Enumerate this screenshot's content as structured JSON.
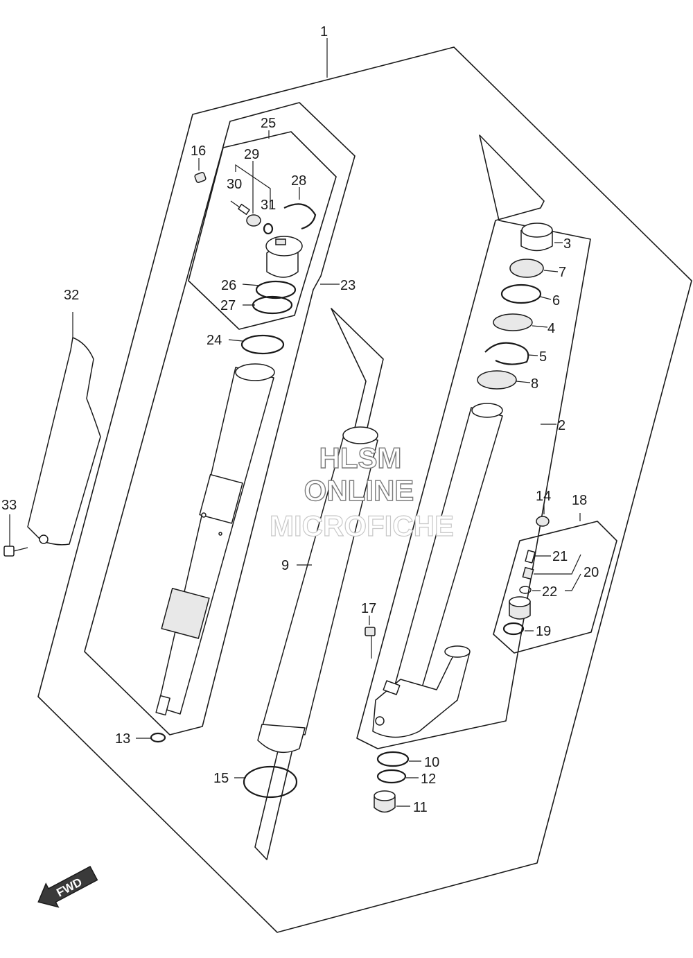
{
  "callouts": [
    {
      "id": "c1",
      "text": "1"
    },
    {
      "id": "c2",
      "text": "2"
    },
    {
      "id": "c3",
      "text": "3"
    },
    {
      "id": "c4",
      "text": "4"
    },
    {
      "id": "c5",
      "text": "5"
    },
    {
      "id": "c6",
      "text": "6"
    },
    {
      "id": "c7",
      "text": "7"
    },
    {
      "id": "c8",
      "text": "8"
    },
    {
      "id": "c9",
      "text": "9"
    },
    {
      "id": "c10",
      "text": "10"
    },
    {
      "id": "c11",
      "text": "11"
    },
    {
      "id": "c12",
      "text": "12"
    },
    {
      "id": "c13",
      "text": "13"
    },
    {
      "id": "c14",
      "text": "14"
    },
    {
      "id": "c15",
      "text": "15"
    },
    {
      "id": "c16",
      "text": "16"
    },
    {
      "id": "c17",
      "text": "17"
    },
    {
      "id": "c18",
      "text": "18"
    },
    {
      "id": "c19",
      "text": "19"
    },
    {
      "id": "c20",
      "text": "20"
    },
    {
      "id": "c21",
      "text": "21"
    },
    {
      "id": "c22",
      "text": "22"
    },
    {
      "id": "c23",
      "text": "23"
    },
    {
      "id": "c24",
      "text": "24"
    },
    {
      "id": "c25",
      "text": "25"
    },
    {
      "id": "c26",
      "text": "26"
    },
    {
      "id": "c27",
      "text": "27"
    },
    {
      "id": "c28",
      "text": "28"
    },
    {
      "id": "c29",
      "text": "29"
    },
    {
      "id": "c30",
      "text": "30"
    },
    {
      "id": "c31",
      "text": "31"
    },
    {
      "id": "c32",
      "text": "32"
    },
    {
      "id": "c33",
      "text": "33"
    }
  ],
  "watermark": {
    "line1": "HLSM",
    "line2": "ONLINE",
    "line3": "MICROFICHE"
  },
  "fwd_label": "FWD",
  "colors": {
    "line": "#1a1a1a",
    "watermark_outline": "#7a7a7a",
    "background": "#ffffff"
  }
}
